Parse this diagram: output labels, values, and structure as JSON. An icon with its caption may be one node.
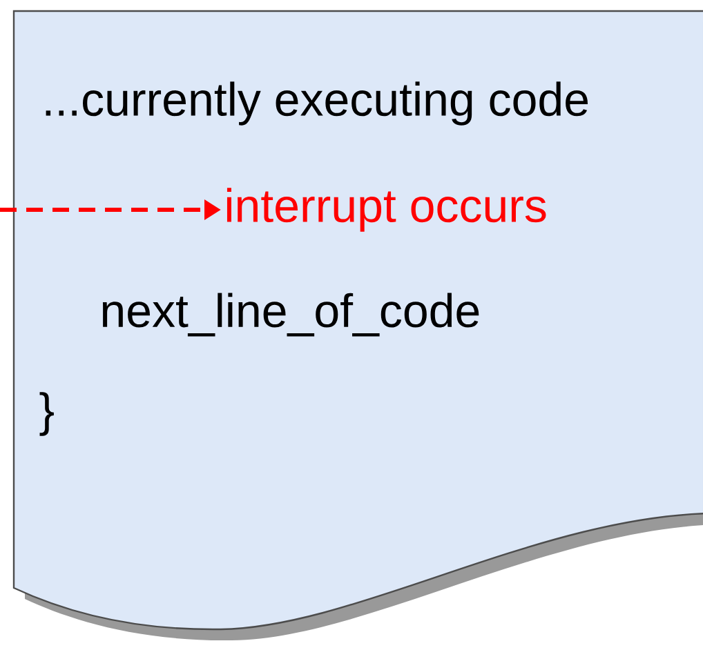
{
  "diagram": {
    "nodes": [
      {
        "text": [
          "...currently executing code",
          "next_line_of_code",
          "}"
        ]
      },
      {
        "text": [
          "interrupt occurs"
        ],
        "in": 0
      }
    ],
    "edges": [
      {
        "from": null,
        "to": 1,
        "arrow": "to",
        "style": "dashed",
        "color": "#ff0000"
      }
    ]
  }
}
